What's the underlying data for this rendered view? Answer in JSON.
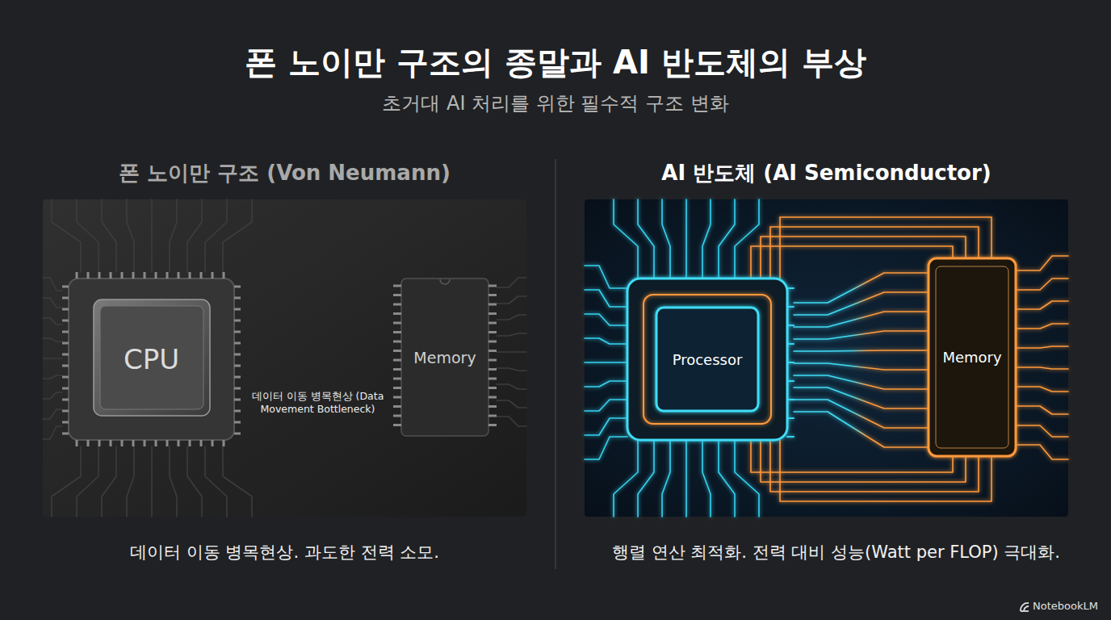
{
  "diagram": {
    "title": "폰 노이만 구조의 종말과 AI 반도체의 부상",
    "nodes": [
      {
        "text": [
          "폰 노이만 구조 (Von Neumann)",
          "데이터 이동 병목현상. 과도한 전력 소모."
        ]
      },
      {
        "text": [
          "CPU"
        ],
        "in": 0
      },
      {
        "text": [
          "Memory"
        ],
        "in": 0
      },
      {
        "text": [
          "AI 반도체 (AI Semiconductor)",
          "행렬 연산 최적화. 전력 대비 성능(Watt per FLOP) 극대화."
        ]
      },
      {
        "text": [
          "Processor"
        ],
        "in": 3
      },
      {
        "text": [
          "Memory"
        ],
        "in": 3
      }
    ],
    "edges": [
      {
        "from": 1,
        "to": 2,
        "arrow": "to",
        "label": "데이터 이동 병목현상 (Data Movement Bottleneck)"
      },
      {
        "from": 4,
        "to": 5,
        "arrow": "none"
      }
    ],
    "labels": [
      "초거대 AI 처리를 위한 필수적 구조 변화",
      "NotebookLM"
    ]
  }
}
